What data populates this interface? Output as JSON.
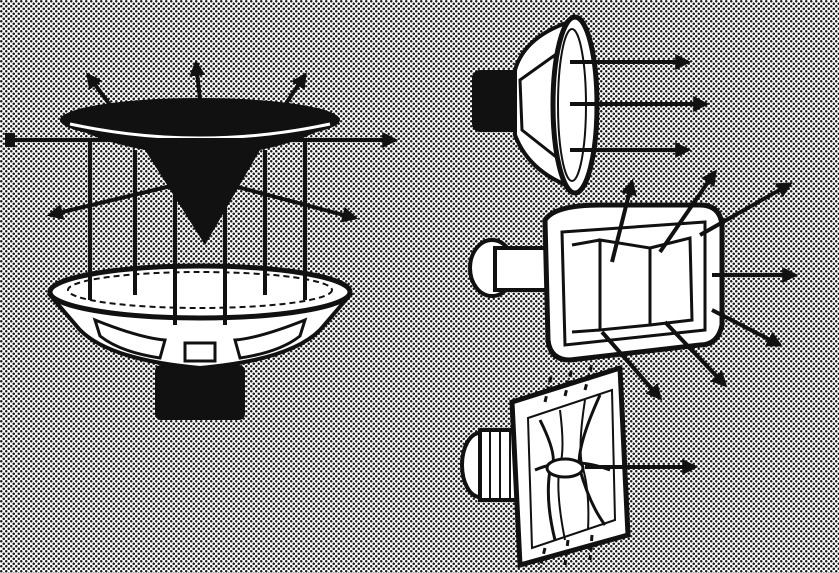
{
  "illustration": {
    "colors": {
      "ink": "#111111",
      "paper": "#ffffff",
      "halftone_dot": "#1a1a1a"
    },
    "figures": [
      {
        "name": "cone-speaker-with-dispersion-cone",
        "icon": "loudspeaker-icon"
      },
      {
        "name": "round-driver-front-projection",
        "icon": "speaker-driver-icon"
      },
      {
        "name": "horn-tweeter-wide-dispersion",
        "icon": "horn-speaker-icon"
      },
      {
        "name": "radial-horn-driver",
        "icon": "radial-horn-icon"
      }
    ]
  }
}
